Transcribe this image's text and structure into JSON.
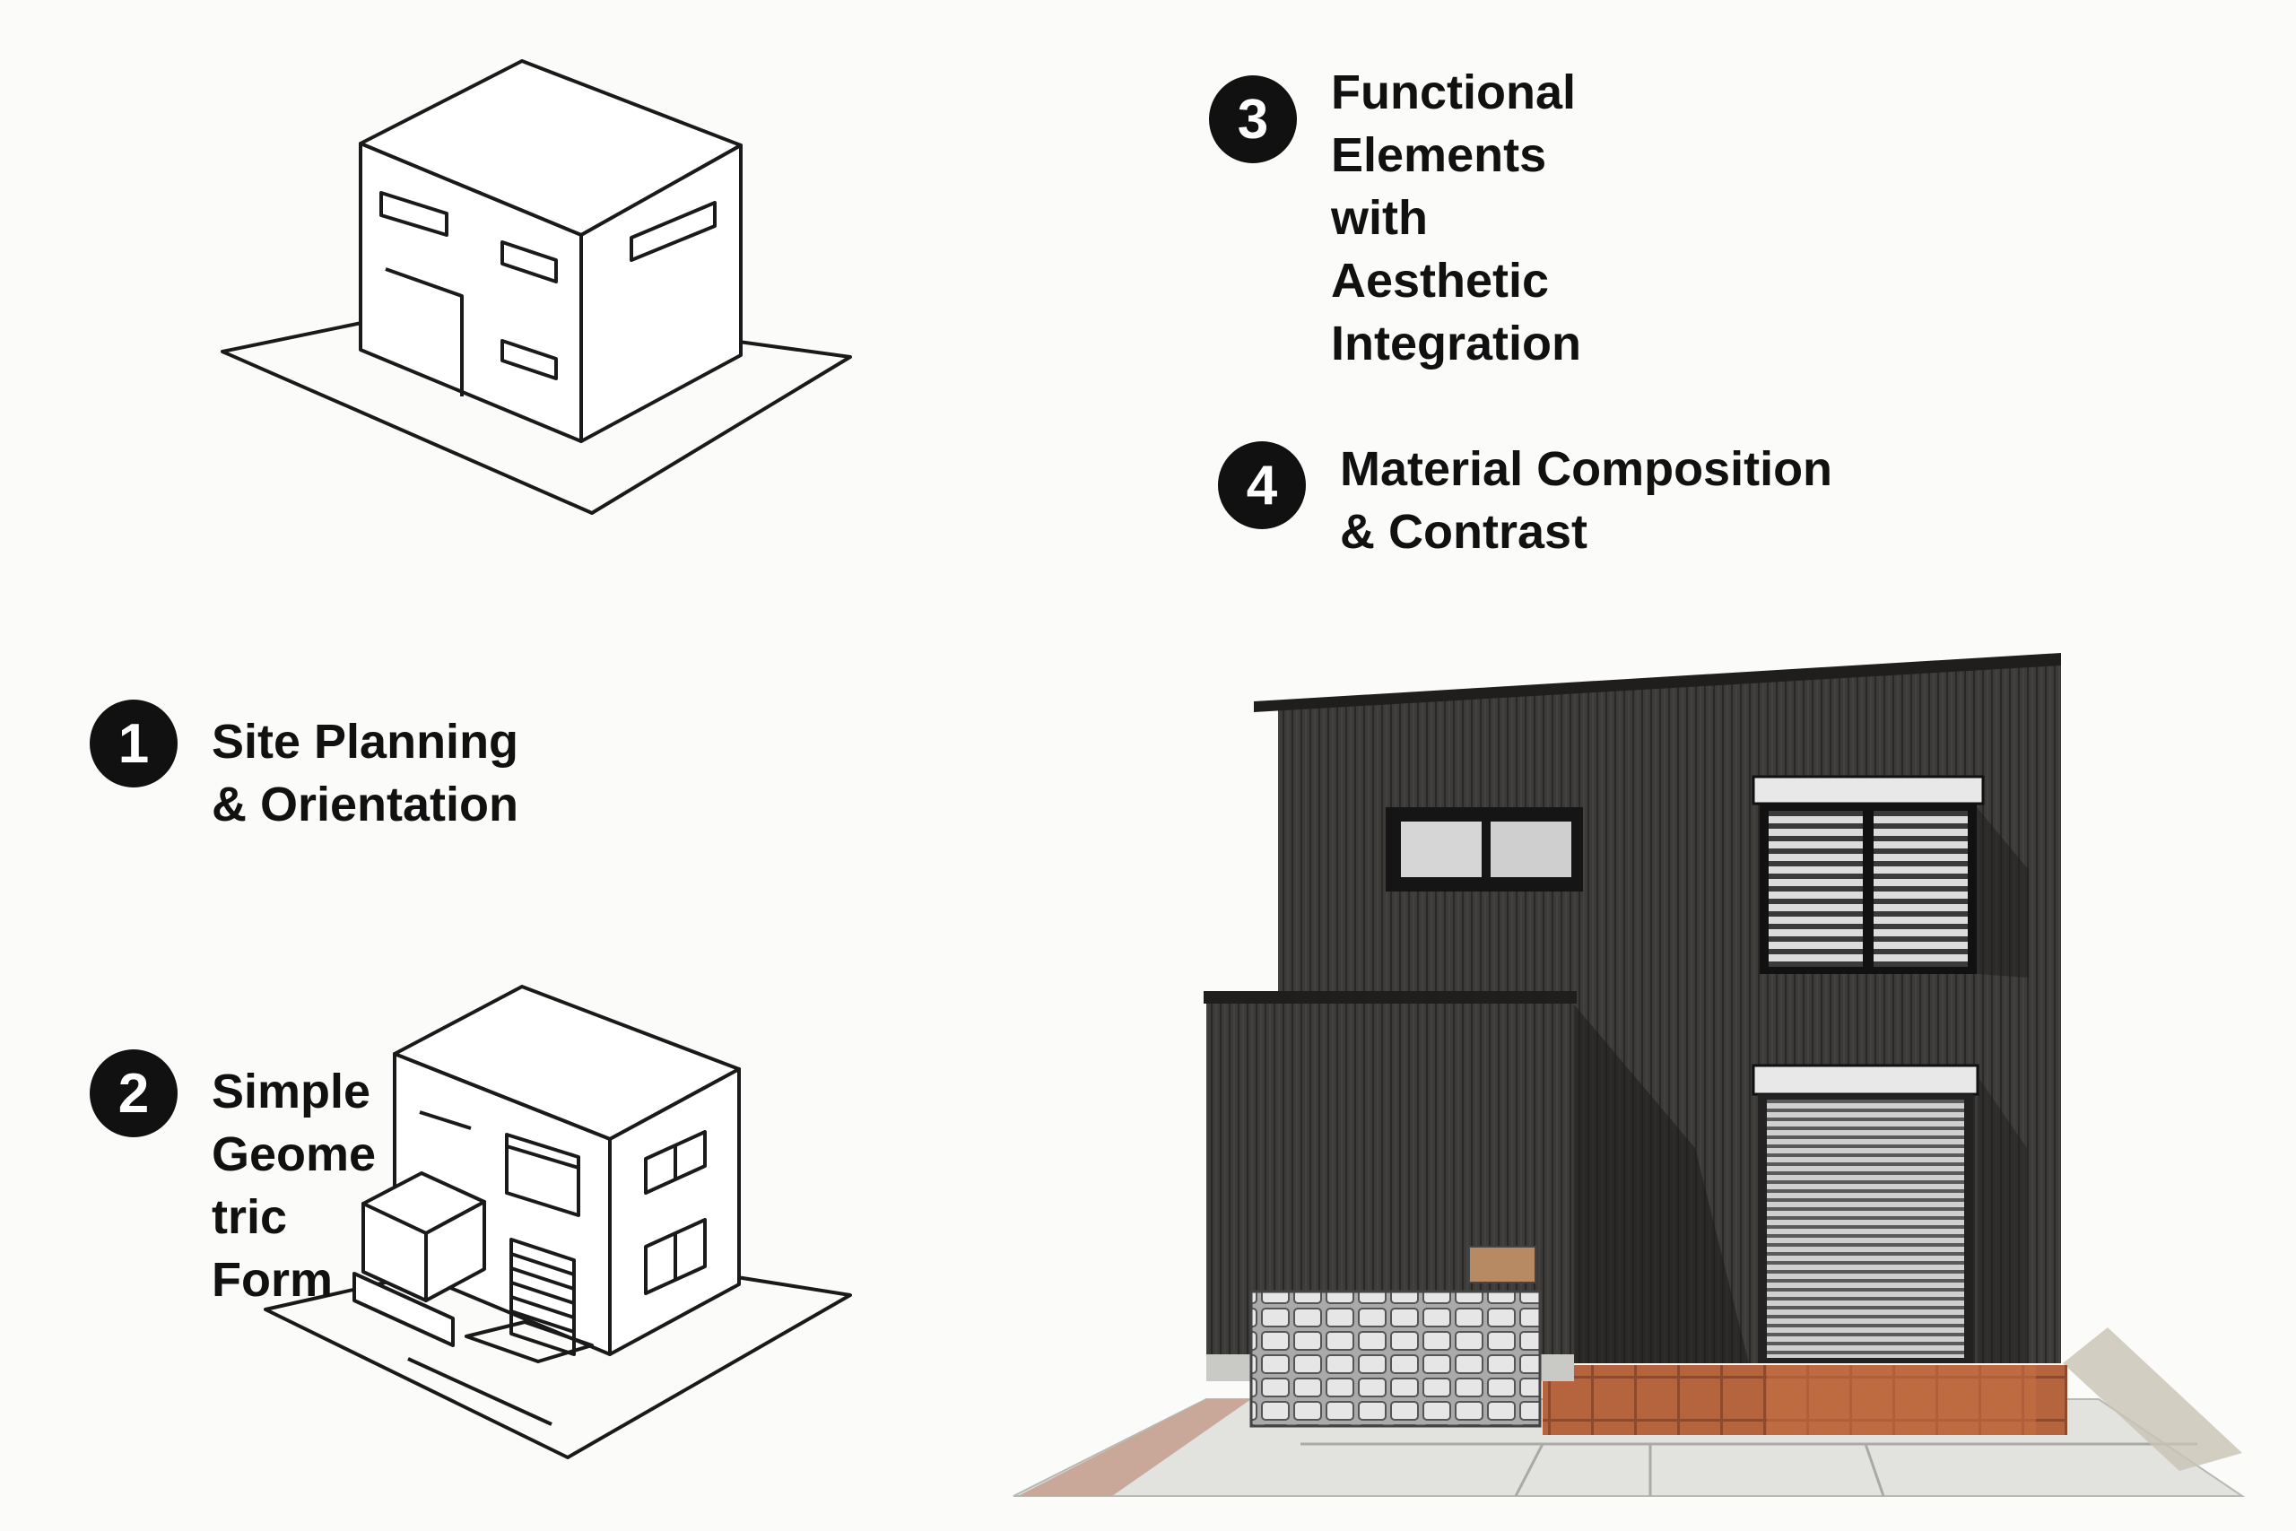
{
  "steps": [
    {
      "number": "1",
      "label": "Site Planning\n& Orientation"
    },
    {
      "number": "2",
      "label": "Simple\nGeome\ntric\nForm"
    },
    {
      "number": "3",
      "label": "Functional\nElements\nwith\nAesthetic\nIntegration"
    },
    {
      "number": "4",
      "label": "Material Composition\n& Contrast"
    }
  ],
  "colors": {
    "background": "#fbfbf9",
    "line": "#1a1a1a",
    "siding": "#3d3b39",
    "siding_dark": "#2a2826",
    "brick": "#b5643e",
    "concrete": "#d8d8d6"
  },
  "icons": [
    "house-sketch-icon",
    "detailed-house-sketch-icon",
    "house-rendering-icon"
  ]
}
